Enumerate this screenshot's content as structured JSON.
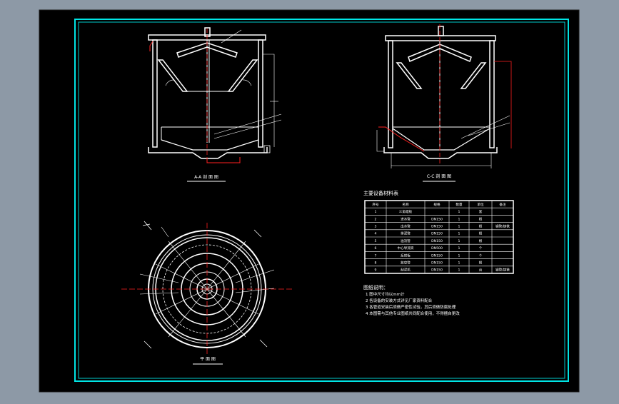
{
  "colors": {
    "outer_bg": "#8d99a6",
    "paper": "#000000",
    "frame": "#00e5e5",
    "line": "#ffffff",
    "center_line": "#ff2020",
    "dim_line": "#ff2020"
  },
  "views": {
    "section_a": {
      "caption": "A-A 剖 面 图"
    },
    "section_c": {
      "caption": "C-C 剖 面 图"
    },
    "plan": {
      "caption": "平 面 图"
    }
  },
  "table": {
    "title": "主要设备材料表",
    "headers": [
      "序号",
      "名称",
      "规格",
      "数量",
      "单位",
      "备注"
    ],
    "rows": [
      [
        "1",
        "三角堰板",
        "",
        "1",
        "套",
        ""
      ],
      [
        "2",
        "进水管",
        "DN150",
        "1",
        "根",
        ""
      ],
      [
        "3",
        "出水管",
        "DN150",
        "1",
        "根",
        "钢管/铸铁"
      ],
      [
        "4",
        "排泥管",
        "DN150",
        "1",
        "根",
        ""
      ],
      [
        "5",
        "溢流管",
        "DN150",
        "1",
        "根",
        ""
      ],
      [
        "6",
        "中心导流筒",
        "DN500",
        "1",
        "个",
        ""
      ],
      [
        "7",
        "反射板",
        "DN150",
        "1",
        "个",
        ""
      ],
      [
        "8",
        "放空管",
        "DN150",
        "1",
        "根",
        ""
      ],
      [
        "9",
        "刮泥机",
        "DN150",
        "1",
        "台",
        "钢管/铸铁"
      ]
    ]
  },
  "notes": {
    "title": "图纸说明：",
    "items": [
      "1  图中尺寸均以mm计",
      "2  各设备的安装方式详见厂家资料配合",
      "3  各管道安装后须做严密性试验，其后须做防腐处理",
      "4  本图需与其他专业图纸共同配合使用，不得擅自更改"
    ]
  }
}
